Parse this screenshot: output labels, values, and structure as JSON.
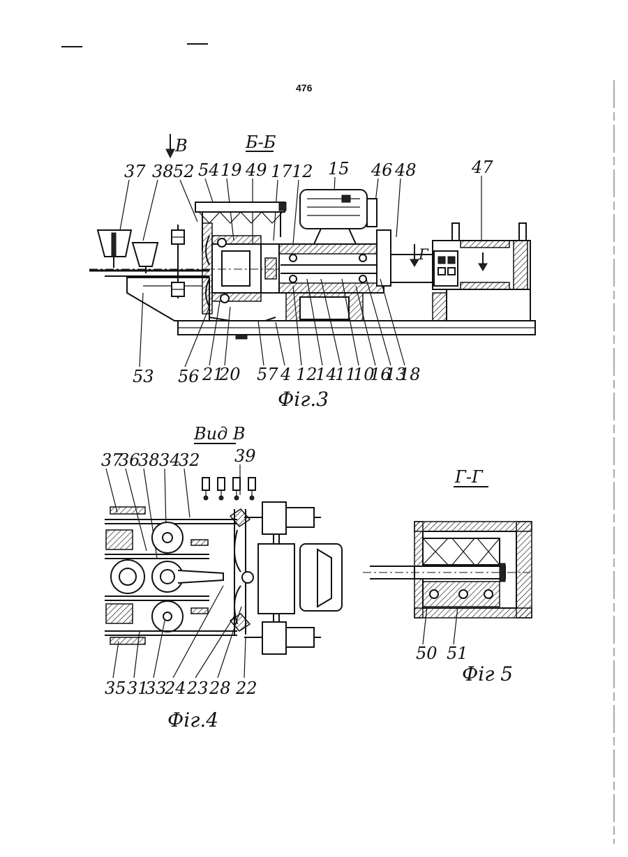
{
  "page": {
    "number": "476"
  },
  "fig3": {
    "section_title": "Б-Б",
    "view_arrow_label": "В",
    "section_arrow_label": "Г",
    "caption": "Фiг.3",
    "top_labels": [
      "37",
      "38",
      "52",
      "54",
      "19",
      "49",
      "17",
      "12",
      "15",
      "46",
      "48",
      "47"
    ],
    "bottom_labels": [
      "53",
      "56",
      "21",
      "20",
      "57",
      "4",
      "12",
      "14",
      "11",
      "10",
      "16",
      "13",
      "18"
    ]
  },
  "fig4": {
    "view_title": "Вид В",
    "caption": "Фiг.4",
    "top_labels": [
      "37",
      "36",
      "38",
      "34",
      "32",
      "39"
    ],
    "bottom_labels": [
      "35",
      "31",
      "33",
      "24",
      "23",
      "28",
      "22"
    ]
  },
  "fig5": {
    "section_title": "Г-Г",
    "caption": "Фiг 5",
    "labels": [
      "50",
      "51"
    ]
  }
}
